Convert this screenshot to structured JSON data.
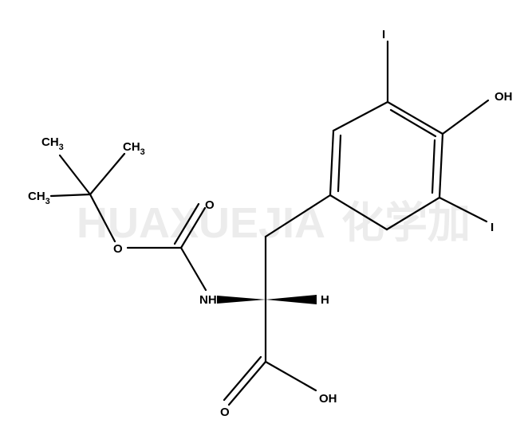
{
  "watermark": {
    "latin": "HUAXUEJIA",
    "chinese": "化学加",
    "color": "#ececec"
  },
  "atoms": {
    "iodine_top": "I",
    "hydroxyl": "OH",
    "iodine_right": "I",
    "methyl_1": "CH",
    "methyl_1_sub": "3",
    "methyl_2": "CH",
    "methyl_2_sub": "3",
    "methyl_3": "CH",
    "methyl_3_sub": "3",
    "carbonyl_o": "O",
    "ester_o": "O",
    "amine": "NH",
    "hydrogen": "H",
    "acid_o": "O",
    "acid_oh": "OH"
  },
  "colors": {
    "bond": "#000000",
    "background": "#ffffff"
  }
}
